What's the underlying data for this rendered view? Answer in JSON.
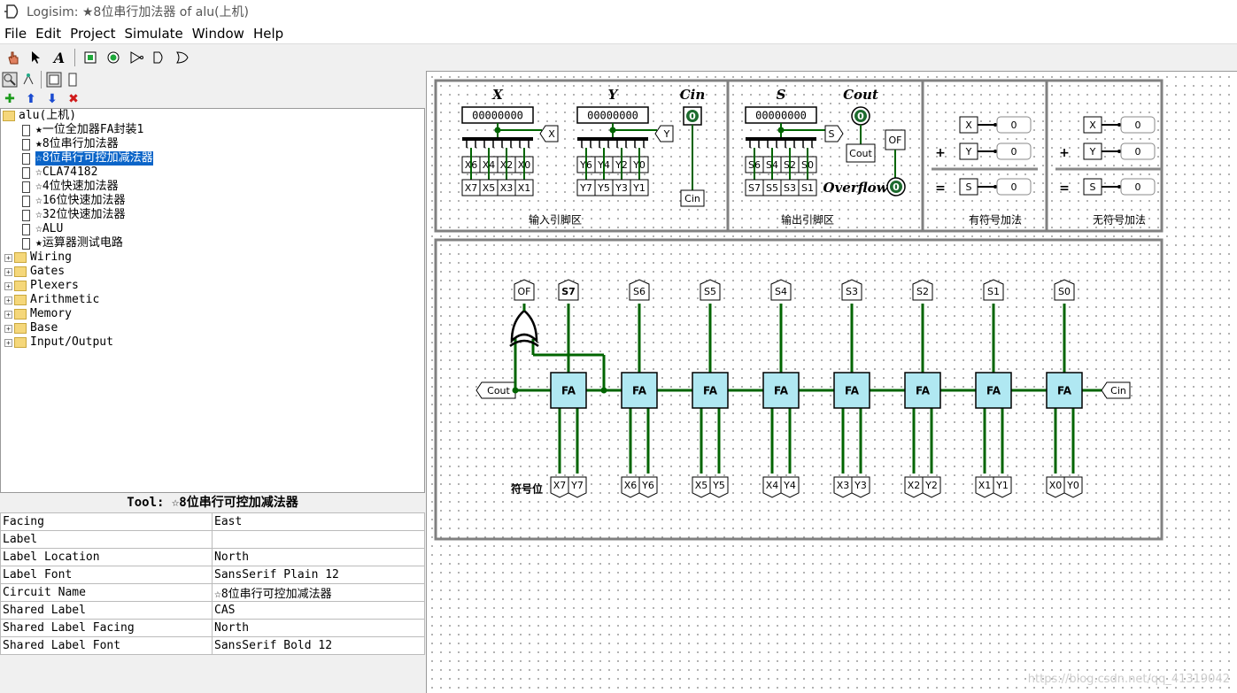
{
  "window": {
    "title": "Logisim: ★8位串行加法器 of alu(上机)"
  },
  "menu": [
    "File",
    "Edit",
    "Project",
    "Simulate",
    "Window",
    "Help"
  ],
  "toolbar": {
    "icons": [
      "poke-hand-icon",
      "select-arrow-icon",
      "text-tool-icon",
      "input-pin-icon",
      "output-pin-icon",
      "not-gate-icon",
      "and-gate-icon",
      "or-gate-icon"
    ],
    "text_tool": "A"
  },
  "tree": {
    "root": "alu(上机)",
    "circuits": [
      "★一位全加器FA封装1",
      "★8位串行加法器",
      "☆8位串行可控加减法器",
      "☆CLA74182",
      "☆4位快速加法器",
      "☆16位快速加法器",
      "☆32位快速加法器",
      "☆ALU",
      "★运算器测试电路"
    ],
    "selected_index": 2,
    "libraries": [
      "Wiring",
      "Gates",
      "Plexers",
      "Arithmetic",
      "Memory",
      "Base",
      "Input/Output"
    ]
  },
  "tool_panel": {
    "title": "Tool: ☆8位串行可控加减法器",
    "attributes": [
      {
        "key": "Facing",
        "value": "East"
      },
      {
        "key": "Label",
        "value": ""
      },
      {
        "key": "Label Location",
        "value": "North"
      },
      {
        "key": "Label Font",
        "value": "SansSerif Plain 12"
      },
      {
        "key": "Circuit Name",
        "value": "☆8位串行可控加减法器"
      },
      {
        "key": "Shared Label",
        "value": "CAS"
      },
      {
        "key": "Shared Label Facing",
        "value": "North"
      },
      {
        "key": "Shared Label Font",
        "value": "SansSerif Bold 12"
      }
    ]
  },
  "circuit": {
    "input_area": {
      "x_label": "X",
      "y_label": "Y",
      "cin_label": "Cin",
      "x_value": "00000000",
      "y_value": "00000000",
      "x_tunnel": "X",
      "y_tunnel": "Y",
      "x_bits_top": [
        "X6",
        "X4",
        "X2",
        "X0"
      ],
      "x_bits_bottom": [
        "X7",
        "X5",
        "X3",
        "X1"
      ],
      "y_bits_top": [
        "Y6",
        "Y4",
        "Y2",
        "Y0"
      ],
      "y_bits_bottom": [
        "Y7",
        "Y5",
        "Y3",
        "Y1"
      ],
      "cin_value": "0",
      "cin_tunnel": "Cin",
      "caption": "输入引脚区"
    },
    "output_area": {
      "s_label": "S",
      "cout_label": "Cout",
      "overflow_label": "Overflow",
      "s_value": "00000000",
      "s_tunnel": "S",
      "s_bits_top": [
        "S6",
        "S4",
        "S2",
        "S0"
      ],
      "s_bits_bottom": [
        "S7",
        "S5",
        "S3",
        "S1"
      ],
      "cout_value": "0",
      "overflow_value": "0",
      "cout_tunnel": "Cout",
      "of_tunnel": "OF",
      "caption": "输出引脚区"
    },
    "signed_area": {
      "x_tunnel": "X",
      "y_tunnel": "Y",
      "s_tunnel": "S",
      "x_value": "0",
      "y_value": "0",
      "s_value": "0",
      "plus": "+",
      "equals": "=",
      "caption": "有符号加法"
    },
    "unsigned_area": {
      "x_tunnel": "X",
      "y_tunnel": "Y",
      "s_tunnel": "S",
      "x_value": "0",
      "y_value": "0",
      "s_value": "0",
      "plus": "+",
      "equals": "=",
      "caption": "无符号加法"
    },
    "adder_chain": {
      "fa_label": "FA",
      "sum_tunnels": [
        "S7",
        "S6",
        "S5",
        "S4",
        "S3",
        "S2",
        "S1",
        "S0"
      ],
      "x_tunnels": [
        "X7",
        "X6",
        "X5",
        "X4",
        "X3",
        "X2",
        "X1",
        "X0"
      ],
      "y_tunnels": [
        "Y7",
        "Y6",
        "Y5",
        "Y4",
        "Y3",
        "Y2",
        "Y1",
        "Y0"
      ],
      "of_tunnel": "OF",
      "cout_tunnel": "Cout",
      "cin_tunnel": "Cin",
      "sign_bit_label": "符号位"
    }
  },
  "colors": {
    "wire": "#006400",
    "fa_fill": "#b0e8f2",
    "selection": "#0a64c8",
    "pin_dark": "#1d6b2e"
  },
  "watermark": "https://blog.csdn.net/qq_41319042"
}
